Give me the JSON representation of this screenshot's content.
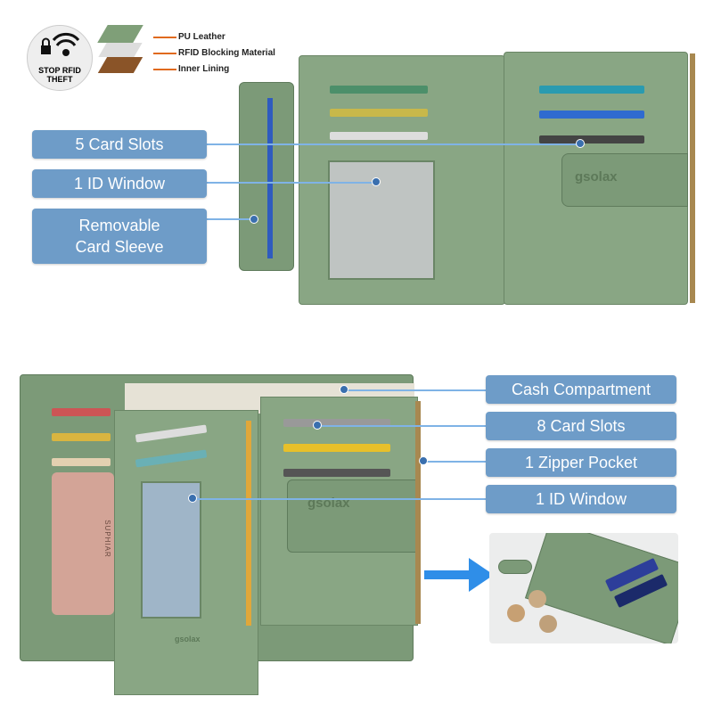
{
  "rfid_badge": {
    "text_line1": "STOP RFID",
    "text_line2": "THEFT"
  },
  "layers": [
    "PU Leather",
    "RFID Blocking Material",
    "Inner Lining"
  ],
  "top_labels": [
    "5 Card Slots",
    "1 ID Window",
    "Removable Card Sleeve"
  ],
  "bottom_labels": [
    "Cash Compartment",
    "8 Card Slots",
    "1 Zipper Pocket",
    "1 ID Window"
  ],
  "brand": "gsolax",
  "sleeve_card_text": "SUPHIAR",
  "colors": {
    "label_bg": "#6e9cc8",
    "leather": "#7c9a78",
    "accent_orange": "#e06a1e",
    "arrow": "#2f8ee8"
  }
}
